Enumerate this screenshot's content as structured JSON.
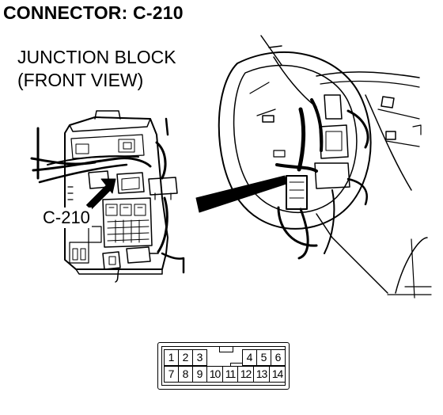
{
  "title": "CONNECTOR: C-210",
  "junction_block_label": {
    "line1": "JUNCTION BLOCK",
    "line2": "(FRONT VIEW)"
  },
  "callout_label": "C-210",
  "connector": {
    "top_row": [
      "1",
      "2",
      "3",
      "4",
      "5",
      "6"
    ],
    "bottom_row": [
      "7",
      "8",
      "9",
      "10",
      "11",
      "12",
      "13",
      "14"
    ]
  }
}
